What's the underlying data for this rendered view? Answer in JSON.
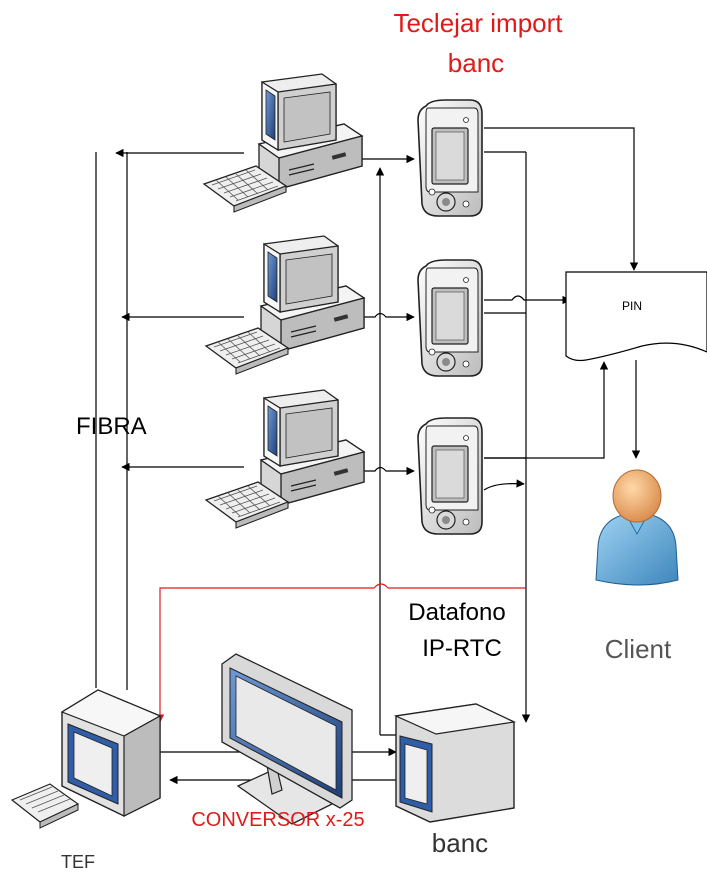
{
  "labels": {
    "teclejar_line1": "Teclejar import",
    "teclejar_line2": "banc",
    "pin": "PIN",
    "fibra": "FIBRA",
    "datafono_line1": "Datafono",
    "datafono_line2": "IP-RTC",
    "client": "Client",
    "conversor": "CONVERSOR x-25",
    "banc": "banc",
    "tef": "TEF"
  },
  "colors": {
    "accent_red": "#e01a1a",
    "line": "#000000",
    "device_fill": "#e9e9e9",
    "screen_blue": "#2f5da8",
    "person_skin": "#e9a363",
    "person_body": "#5aa7d6"
  },
  "icons": [
    "workstation-icon",
    "keyboard-icon",
    "pos-terminal-icon",
    "monitor-icon",
    "crt-monitor-icon",
    "person-icon",
    "document-icon"
  ]
}
